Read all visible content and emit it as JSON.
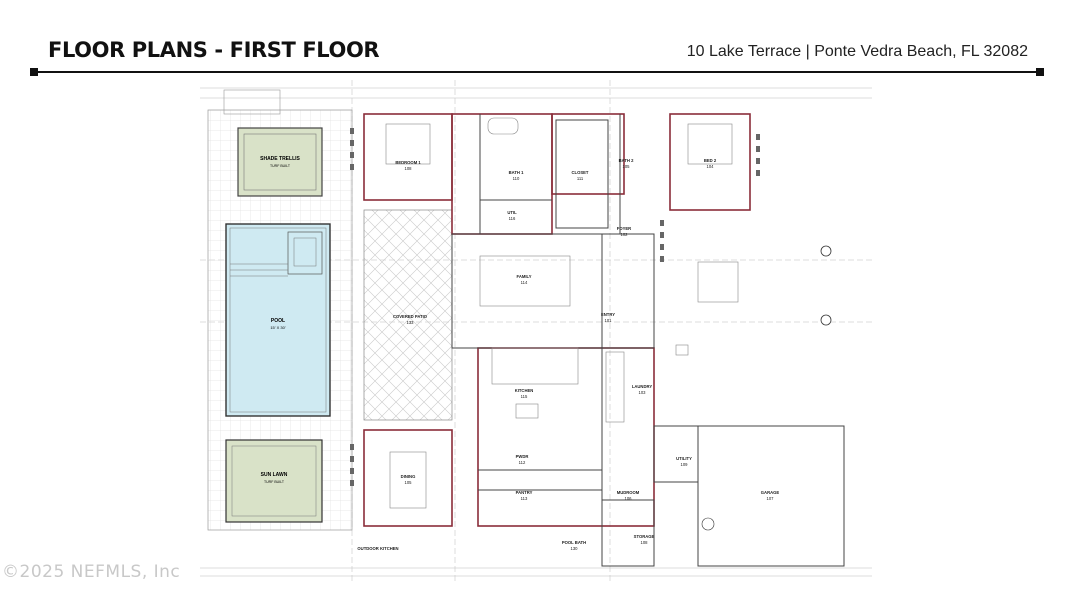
{
  "header": {
    "title": "FLOOR PLANS - FIRST FLOOR",
    "address": "10 Lake Terrace | Ponte Vedra Beach, FL 32082"
  },
  "rooms": {
    "shade_trellis": {
      "name": "SHADE TRELLIS",
      "note": "TURF BUILT"
    },
    "pool": {
      "name": "POOL",
      "size": "15' X 30'"
    },
    "sun_lawn": {
      "name": "SUN LAWN",
      "note": "TURF BUILT"
    },
    "bedroom1": {
      "name": "BEDROOM 1",
      "num": "108"
    },
    "bath1": {
      "name": "BATH 1",
      "num": "110"
    },
    "closet": {
      "name": "CLOSET",
      "num": "111"
    },
    "bath2": {
      "name": "BATH 2",
      "num": "105"
    },
    "bed2": {
      "name": "BED 2",
      "num": "104"
    },
    "util": {
      "name": "UTIL",
      "num": "116"
    },
    "foyer": {
      "name": "FOYER",
      "num": "102"
    },
    "family": {
      "name": "FAMILY",
      "num": "114"
    },
    "covered_patio": {
      "name": "COVERED PATIO",
      "num": "133"
    },
    "entry": {
      "name": "ENTRY",
      "num": "101"
    },
    "kitchen": {
      "name": "KITCHEN",
      "num": "115"
    },
    "laundry": {
      "name": "LAUNDRY",
      "num": "103"
    },
    "dining": {
      "name": "DINING",
      "num": "105"
    },
    "pwdr": {
      "name": "PWDR",
      "num": "112"
    },
    "pantry": {
      "name": "PANTRY",
      "num": "113"
    },
    "mudroom": {
      "name": "MUDROOM",
      "num": "106"
    },
    "utility": {
      "name": "UTILITY",
      "num": "109"
    },
    "garage": {
      "name": "GARAGE",
      "num": "107"
    },
    "storage": {
      "name": "STORAGE",
      "num": "108"
    },
    "outdoor_kitchen": {
      "name": "OUTDOOR KITCHEN"
    },
    "pool_bath": {
      "name": "POOL BATH",
      "num": "130"
    }
  },
  "watermark": "©2025 NEFMLS, Inc",
  "colors": {
    "wall": "#8a2d3a",
    "pool": "#cfeaf2",
    "lawn": "#d9e2c8",
    "line": "#555555"
  }
}
